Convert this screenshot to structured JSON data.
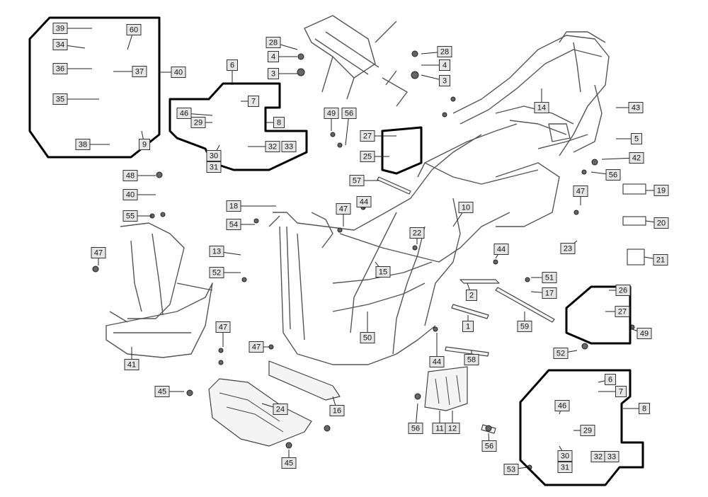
{
  "labels": [
    {
      "id": "39",
      "text": "39"
    },
    {
      "id": "60",
      "text": "60"
    },
    {
      "id": "34",
      "text": "34"
    },
    {
      "id": "36",
      "text": "36"
    },
    {
      "id": "37",
      "text": "37"
    },
    {
      "id": "40a",
      "text": "40"
    },
    {
      "id": "35",
      "text": "35"
    },
    {
      "id": "38",
      "text": "38"
    },
    {
      "id": "9",
      "text": "9"
    },
    {
      "id": "6a",
      "text": "6"
    },
    {
      "id": "7a",
      "text": "7"
    },
    {
      "id": "46a",
      "text": "46"
    },
    {
      "id": "29a",
      "text": "29"
    },
    {
      "id": "8a",
      "text": "8"
    },
    {
      "id": "30a",
      "text": "30"
    },
    {
      "id": "31a",
      "text": "31"
    },
    {
      "id": "32a",
      "text": "32"
    },
    {
      "id": "33a",
      "text": "33"
    },
    {
      "id": "28a",
      "text": "28"
    },
    {
      "id": "4a",
      "text": "4"
    },
    {
      "id": "3a",
      "text": "3"
    },
    {
      "id": "28b",
      "text": "28"
    },
    {
      "id": "4b",
      "text": "4"
    },
    {
      "id": "3b",
      "text": "3"
    },
    {
      "id": "49a",
      "text": "49"
    },
    {
      "id": "56a",
      "text": "56"
    },
    {
      "id": "27a",
      "text": "27"
    },
    {
      "id": "25",
      "text": "25"
    },
    {
      "id": "14",
      "text": "14"
    },
    {
      "id": "43",
      "text": "43"
    },
    {
      "id": "5",
      "text": "5"
    },
    {
      "id": "42",
      "text": "42"
    },
    {
      "id": "56b",
      "text": "56"
    },
    {
      "id": "48",
      "text": "48"
    },
    {
      "id": "40b",
      "text": "40"
    },
    {
      "id": "57",
      "text": "57"
    },
    {
      "id": "19",
      "text": "19"
    },
    {
      "id": "47a",
      "text": "47"
    },
    {
      "id": "20",
      "text": "20"
    },
    {
      "id": "55",
      "text": "55"
    },
    {
      "id": "18",
      "text": "18"
    },
    {
      "id": "44a",
      "text": "44"
    },
    {
      "id": "47b",
      "text": "47"
    },
    {
      "id": "10",
      "text": "10"
    },
    {
      "id": "54",
      "text": "54"
    },
    {
      "id": "22",
      "text": "22"
    },
    {
      "id": "23",
      "text": "23"
    },
    {
      "id": "21",
      "text": "21"
    },
    {
      "id": "47c",
      "text": "47"
    },
    {
      "id": "13",
      "text": "13"
    },
    {
      "id": "44b",
      "text": "44"
    },
    {
      "id": "52a",
      "text": "52"
    },
    {
      "id": "15",
      "text": "15"
    },
    {
      "id": "51",
      "text": "51"
    },
    {
      "id": "17",
      "text": "17"
    },
    {
      "id": "2",
      "text": "2"
    },
    {
      "id": "26",
      "text": "26"
    },
    {
      "id": "27b",
      "text": "27"
    },
    {
      "id": "59",
      "text": "59"
    },
    {
      "id": "1",
      "text": "1"
    },
    {
      "id": "50",
      "text": "50"
    },
    {
      "id": "49b",
      "text": "49"
    },
    {
      "id": "47d",
      "text": "47"
    },
    {
      "id": "44c",
      "text": "44"
    },
    {
      "id": "52b",
      "text": "52"
    },
    {
      "id": "47e",
      "text": "47"
    },
    {
      "id": "41",
      "text": "41"
    },
    {
      "id": "58",
      "text": "58"
    },
    {
      "id": "6b",
      "text": "6"
    },
    {
      "id": "7b",
      "text": "7"
    },
    {
      "id": "45a",
      "text": "45"
    },
    {
      "id": "24",
      "text": "24"
    },
    {
      "id": "46b",
      "text": "46"
    },
    {
      "id": "16",
      "text": "16"
    },
    {
      "id": "8b",
      "text": "8"
    },
    {
      "id": "56c",
      "text": "56"
    },
    {
      "id": "11",
      "text": "11"
    },
    {
      "id": "12",
      "text": "12"
    },
    {
      "id": "29b",
      "text": "29"
    },
    {
      "id": "56d",
      "text": "56"
    },
    {
      "id": "30b",
      "text": "30"
    },
    {
      "id": "32b",
      "text": "32"
    },
    {
      "id": "33b",
      "text": "33"
    },
    {
      "id": "45b",
      "text": "45"
    },
    {
      "id": "31b",
      "text": "31"
    },
    {
      "id": "53",
      "text": "53"
    }
  ],
  "colors": {
    "line": "#444444",
    "label_fill": "#e6e6e6",
    "group_outline": "#000000"
  }
}
